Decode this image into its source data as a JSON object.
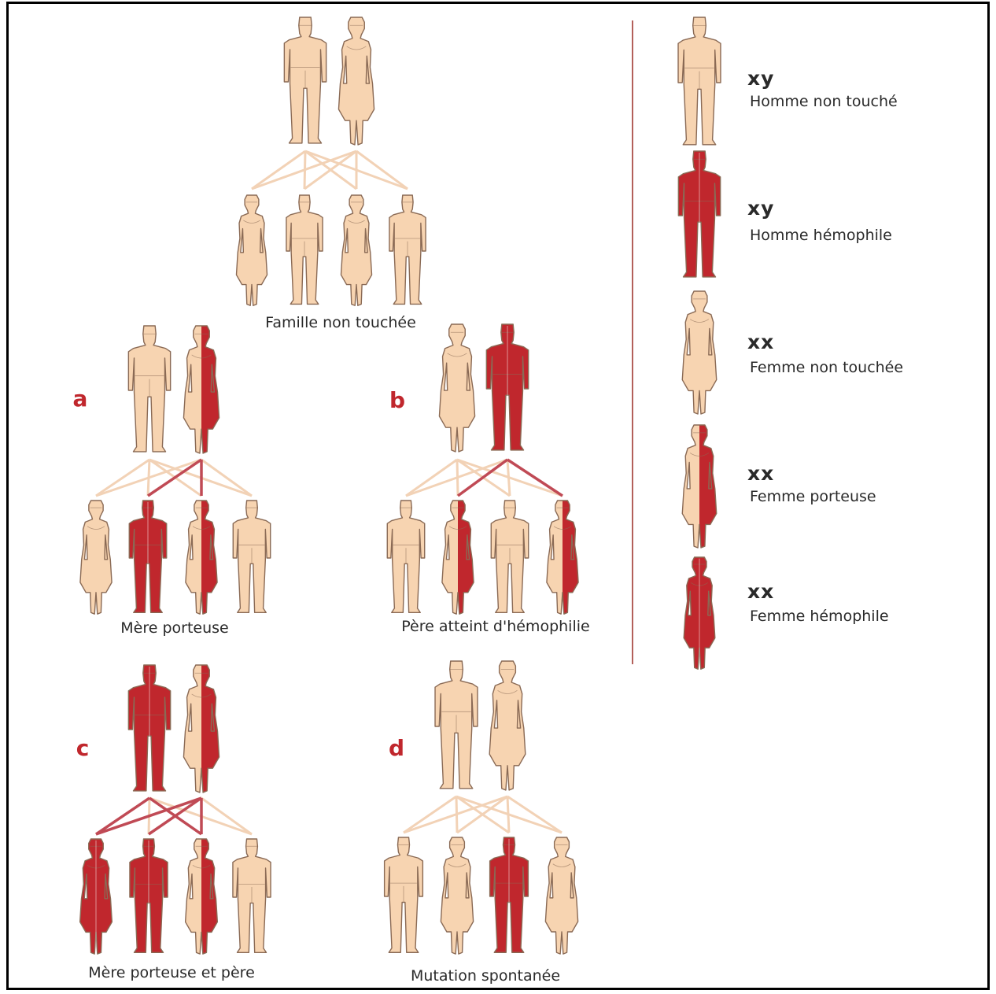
{
  "colors": {
    "unaffected": "#f7d4b1",
    "affected": "#c0272d",
    "outline": "#8a6a55",
    "line_unaffected": "#f2d2b6",
    "line_affected": "#c04a55",
    "divider": "#b3605a",
    "letter": "#c0272d"
  },
  "families": [
    {
      "id": "unaffected",
      "letter": "",
      "caption": "Famille non touchée",
      "parents": [
        {
          "sex": "male",
          "status": "unaffected"
        },
        {
          "sex": "female",
          "status": "unaffected"
        }
      ],
      "children": [
        {
          "sex": "female",
          "status": "unaffected"
        },
        {
          "sex": "male",
          "status": "unaffected"
        },
        {
          "sex": "female",
          "status": "unaffected"
        },
        {
          "sex": "male",
          "status": "unaffected"
        }
      ]
    },
    {
      "id": "a",
      "letter": "a",
      "caption": "Mère porteuse",
      "parents": [
        {
          "sex": "male",
          "status": "unaffected"
        },
        {
          "sex": "female",
          "status": "carrier"
        }
      ],
      "children": [
        {
          "sex": "female",
          "status": "unaffected"
        },
        {
          "sex": "male",
          "status": "affected"
        },
        {
          "sex": "female",
          "status": "carrier"
        },
        {
          "sex": "male",
          "status": "unaffected"
        }
      ]
    },
    {
      "id": "b",
      "letter": "b",
      "caption": "Père atteint d'hémophilie",
      "parents": [
        {
          "sex": "female",
          "status": "unaffected"
        },
        {
          "sex": "male",
          "status": "affected"
        }
      ],
      "children": [
        {
          "sex": "male",
          "status": "unaffected"
        },
        {
          "sex": "female",
          "status": "carrier"
        },
        {
          "sex": "male",
          "status": "unaffected"
        },
        {
          "sex": "female",
          "status": "carrier"
        }
      ]
    },
    {
      "id": "c",
      "letter": "c",
      "caption": "Mère porteuse et père",
      "parents": [
        {
          "sex": "male",
          "status": "affected"
        },
        {
          "sex": "female",
          "status": "carrier"
        }
      ],
      "children": [
        {
          "sex": "female",
          "status": "affected"
        },
        {
          "sex": "male",
          "status": "affected"
        },
        {
          "sex": "female",
          "status": "carrier"
        },
        {
          "sex": "male",
          "status": "unaffected"
        }
      ]
    },
    {
      "id": "d",
      "letter": "d",
      "caption": "Mutation spontanée",
      "parents": [
        {
          "sex": "male",
          "status": "unaffected"
        },
        {
          "sex": "female",
          "status": "unaffected"
        }
      ],
      "children": [
        {
          "sex": "male",
          "status": "unaffected"
        },
        {
          "sex": "female",
          "status": "unaffected"
        },
        {
          "sex": "male",
          "status": "affected"
        },
        {
          "sex": "female",
          "status": "unaffected"
        }
      ]
    }
  ],
  "legend": [
    {
      "genotype": "xy",
      "label": "Homme non touché",
      "sex": "male",
      "status": "unaffected"
    },
    {
      "genotype": "xy",
      "label": "Homme hémophile",
      "sex": "male",
      "status": "affected"
    },
    {
      "genotype": "xx",
      "label": "Femme non touchée",
      "sex": "female",
      "status": "unaffected"
    },
    {
      "genotype": "xx",
      "label": "Femme porteuse",
      "sex": "female",
      "status": "carrier"
    },
    {
      "genotype": "xx",
      "label": "Femme hémophile",
      "sex": "female",
      "status": "affected"
    }
  ]
}
